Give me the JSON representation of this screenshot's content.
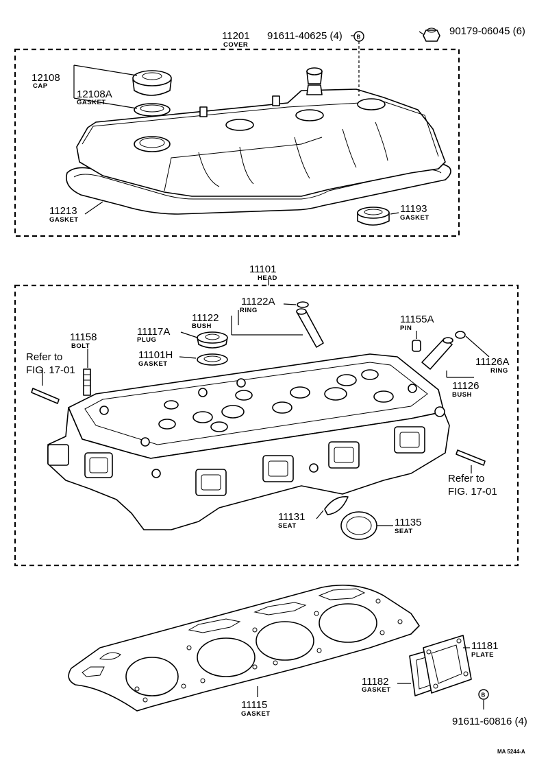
{
  "labels": {
    "p11201": {
      "num": "11201",
      "name": "COVER"
    },
    "p91611_40625": {
      "num": "91611-40625 (4)",
      "mark": "B"
    },
    "p90179": {
      "num": "90179-06045 (6)"
    },
    "p12108": {
      "num": "12108",
      "name": "CAP"
    },
    "p12108A": {
      "num": "12108A",
      "name": "GASKET"
    },
    "p11213": {
      "num": "11213",
      "name": "GASKET"
    },
    "p11193": {
      "num": "11193",
      "name": "GASKET"
    },
    "p11101": {
      "num": "11101",
      "name": "HEAD"
    },
    "p11122A": {
      "num": "11122A",
      "name": "RING"
    },
    "p11122": {
      "num": "11122",
      "name": "BUSH"
    },
    "p11117A": {
      "num": "11117A",
      "name": "PLUG"
    },
    "p11101H": {
      "num": "11101H",
      "name": "GASKET"
    },
    "p11158": {
      "num": "11158",
      "name": "BOLT"
    },
    "p11155A": {
      "num": "11155A",
      "name": "PIN"
    },
    "p11126A": {
      "num": "11126A",
      "name": "RING"
    },
    "p11126": {
      "num": "11126",
      "name": "BUSH"
    },
    "p11131": {
      "num": "11131",
      "name": "SEAT"
    },
    "p11135": {
      "num": "11135",
      "name": "SEAT"
    },
    "p11115": {
      "num": "11115",
      "name": "GASKET"
    },
    "p11181": {
      "num": "11181",
      "name": "PLATE"
    },
    "p11182": {
      "num": "11182",
      "name": "GASKET"
    },
    "p91611_60816": {
      "num": "91611-60816 (4)",
      "mark": "B"
    }
  },
  "refs": {
    "left_line1": "Refer to",
    "left_line2": "FIG. 17-01",
    "right_line1": "Refer to",
    "right_line2": "FIG. 17-01"
  },
  "footer": {
    "code": "MA 5244-A"
  }
}
